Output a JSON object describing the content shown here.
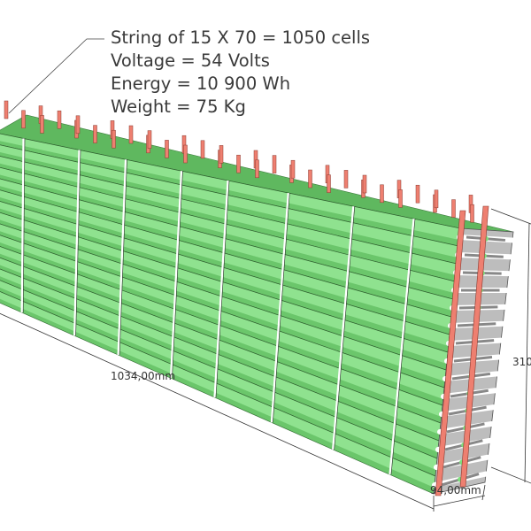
{
  "specs": {
    "cells": "String of 15 X 70 = 1050 cells",
    "voltage": "Voltage = 54 Volts",
    "energy": "Energy = 10 900 Wh",
    "weight": "Weight = 75 Kg"
  },
  "dimensions": {
    "length": "1034,00mm",
    "height": "310",
    "depth": "94,00mm"
  },
  "colors": {
    "cell": "#8fe28f",
    "cell_shadow": "#4fae4f",
    "top_plate": "#5fb85f",
    "busbar": "#ee7f70",
    "end_face": "#bdbdbd"
  },
  "rows": 15
}
